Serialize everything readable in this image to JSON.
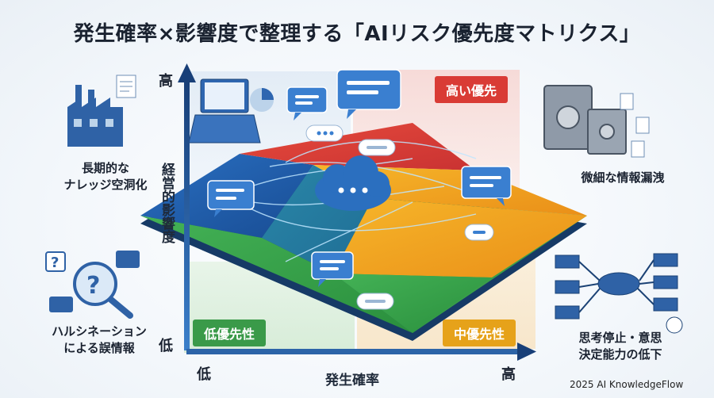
{
  "title": "発生確率×影響度で整理する「AIリスク優先度マトリクス」",
  "axes": {
    "y_title": "経営的影響度",
    "y_high": "高",
    "y_low": "低",
    "x_title": "発生確率",
    "x_low": "低",
    "x_high": "高"
  },
  "quadrants": {
    "high_priority": "高い優先",
    "mid_priority": "中優先性",
    "low_priority": "低優先性"
  },
  "risks": {
    "top_left": "長期的な\nナレッジ空洞化",
    "bottom_left": "ハルシネーション\nによる誤情報",
    "top_right": "微細な情報漏洩",
    "bottom_right": "思考停止・意思\n決定能力の低下"
  },
  "credit": "2025 AI KnowledgeFlow",
  "colors": {
    "red": "#e53f36",
    "orange": "#f0a21d",
    "blue": "#1f5fae",
    "green": "#3aa84b",
    "axis": "#1f4f8f"
  },
  "icons": {
    "top_left": "factory-icon",
    "bottom_left": "magnifier-question-icon",
    "top_right": "safe-vault-icon",
    "bottom_right": "flowchart-icon",
    "center": "chat-cloud-icon"
  }
}
